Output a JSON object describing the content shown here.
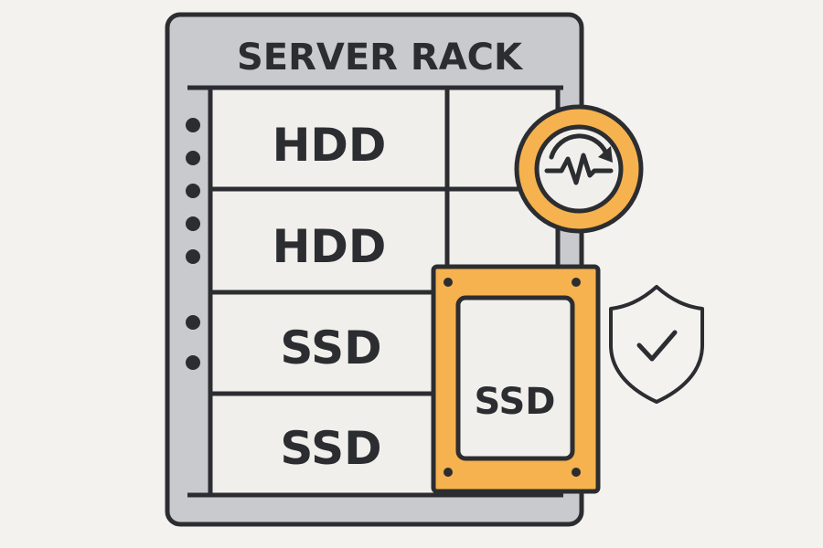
{
  "rack": {
    "title": "SERVER RACK",
    "slots": [
      "HDD",
      "HDD",
      "SSD",
      "SSD"
    ]
  },
  "external_drive": {
    "label": "SSD"
  },
  "icons": {
    "sync": "activity-sync-icon",
    "security": "shield-check-icon"
  },
  "colors": {
    "outline": "#2b2d31",
    "rack_gray": "#c9cacd",
    "accent": "#f6b24e",
    "background": "#f4f2ef",
    "panel": "#f1efec"
  }
}
